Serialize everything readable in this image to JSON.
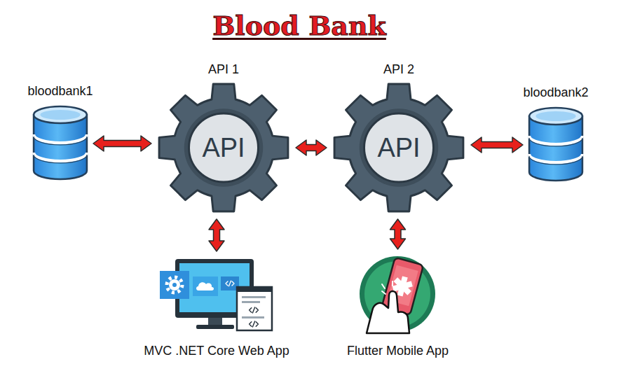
{
  "diagram": {
    "title": "Blood Bank",
    "nodes": [
      {
        "text": [
          "bloodbank1"
        ]
      },
      {
        "text": [
          "API 1",
          "API"
        ]
      },
      {
        "text": [
          "API 2",
          "API"
        ]
      },
      {
        "text": [
          "bloodbank2"
        ]
      },
      {
        "text": [
          "MVC .NET Core Web App"
        ]
      },
      {
        "text": [
          "Flutter Mobile App"
        ]
      }
    ],
    "edges": [
      {
        "from": 0,
        "to": 1,
        "arrow": "both"
      },
      {
        "from": 1,
        "to": 2,
        "arrow": "both"
      },
      {
        "from": 2,
        "to": 3,
        "arrow": "both"
      },
      {
        "from": 1,
        "to": 4,
        "arrow": "both"
      },
      {
        "from": 2,
        "to": 5,
        "arrow": "both"
      }
    ]
  }
}
